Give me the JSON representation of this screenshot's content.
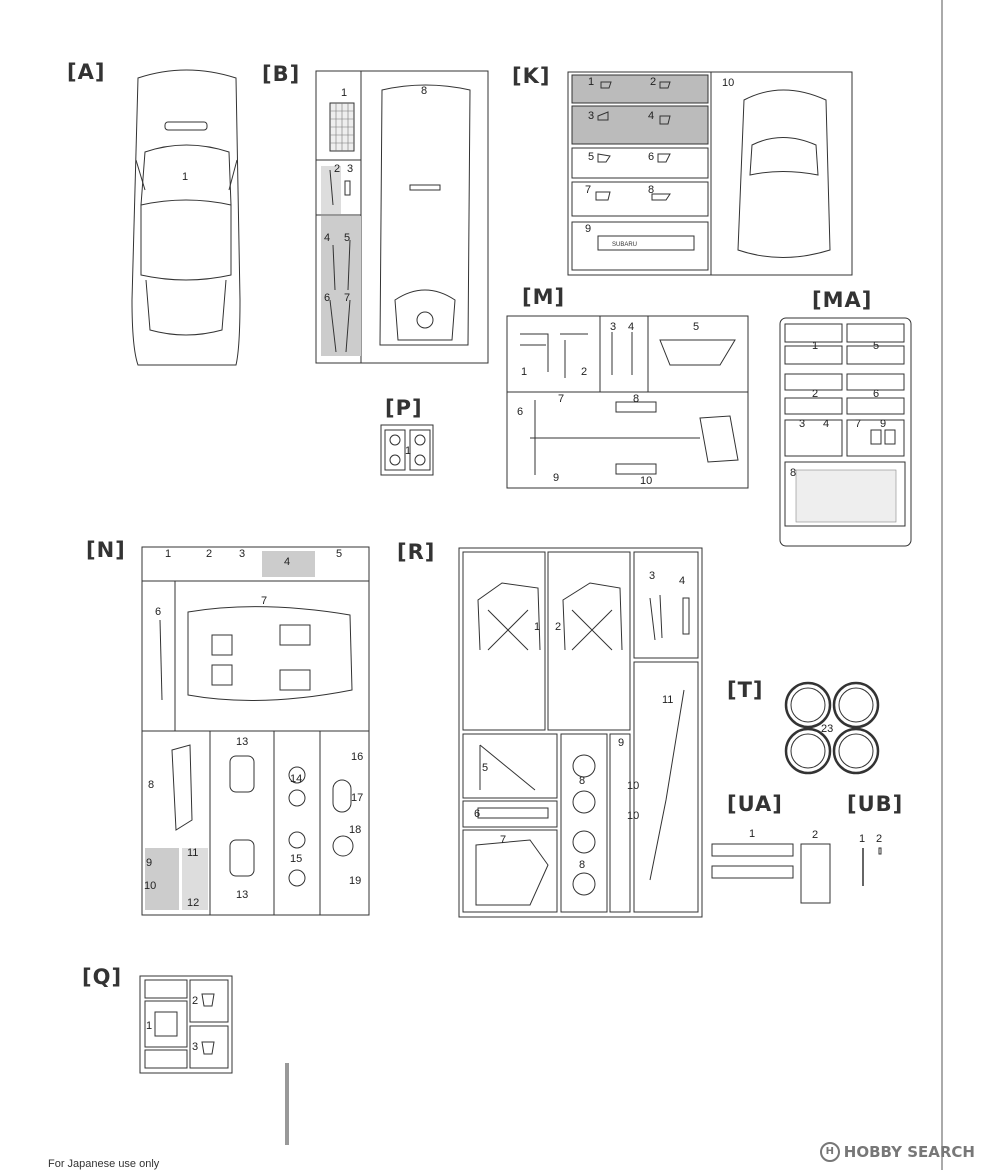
{
  "sprue_labels": [
    "[A]",
    "[B]",
    "[K]",
    "[M]",
    "[MA]",
    "[P]",
    "[N]",
    "[R]",
    "[T]",
    "[UA]",
    "[UB]",
    "[Q]"
  ],
  "parts": {
    "A": [
      "1"
    ],
    "B": [
      "1",
      "2",
      "3",
      "4",
      "5",
      "6",
      "7",
      "8"
    ],
    "K": [
      "1",
      "2",
      "3",
      "4",
      "5",
      "6",
      "7",
      "8",
      "9",
      "10"
    ],
    "M": [
      "1",
      "2",
      "3",
      "4",
      "5",
      "6",
      "7",
      "8",
      "9",
      "10"
    ],
    "MA": [
      "1",
      "5",
      "2",
      "6",
      "3",
      "4",
      "7",
      "9",
      "8"
    ],
    "P": [
      "1"
    ],
    "N": [
      "1",
      "2",
      "3",
      "4",
      "5",
      "6",
      "7",
      "8",
      "9",
      "10",
      "11",
      "12",
      "13",
      "13",
      "14",
      "15",
      "16",
      "17",
      "18",
      "19"
    ],
    "R": [
      "1",
      "2",
      "3",
      "4",
      "5",
      "6",
      "7",
      "8",
      "8",
      "9",
      "10",
      "10",
      "11"
    ],
    "T": [
      "23"
    ],
    "UA": [
      "1",
      "2"
    ],
    "UB": [
      "1",
      "2"
    ],
    "Q": [
      "1",
      "2",
      "3"
    ]
  },
  "decal_text": "SUBARU",
  "watermark": {
    "brand": "HOBBY SEARCH",
    "logo": "H"
  },
  "footer": "For Japanese use only"
}
